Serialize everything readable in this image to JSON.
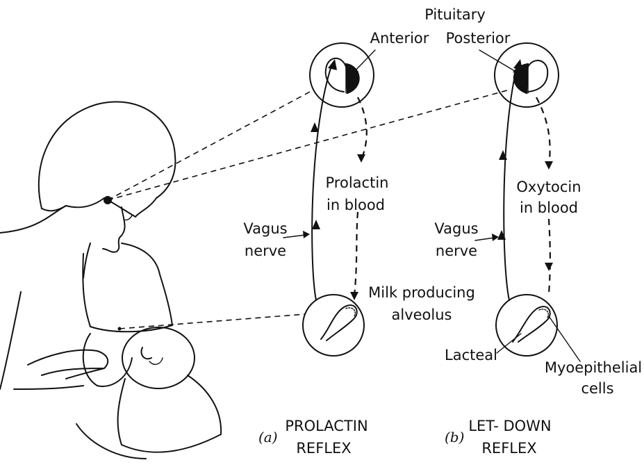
{
  "labels": {
    "pituitary": "Pituitary",
    "anterior": "Anterior",
    "posterior": "Posterior",
    "prolactin_blood_1": "Prolactin",
    "prolactin_blood_2": "in blood",
    "oxytocin_blood_1": "Oxytocin",
    "oxytocin_blood_2": "in blood",
    "vagus_a_1": "Vagus",
    "vagus_a_2": "nerve",
    "vagus_b_1": "Vagus",
    "vagus_b_2": "nerve",
    "milk_1": "Milk producing",
    "milk_2": "alveolus",
    "lacteal": "Lacteal",
    "myo_1": "Myoepithelial",
    "myo_2": "cells",
    "panel_a_letter": "(a)",
    "panel_a_1": "PROLACTIN",
    "panel_a_2": "REFLEX",
    "panel_b_letter": "(b)",
    "panel_b_1": "LET- DOWN",
    "panel_b_2": "REFLEX"
  }
}
